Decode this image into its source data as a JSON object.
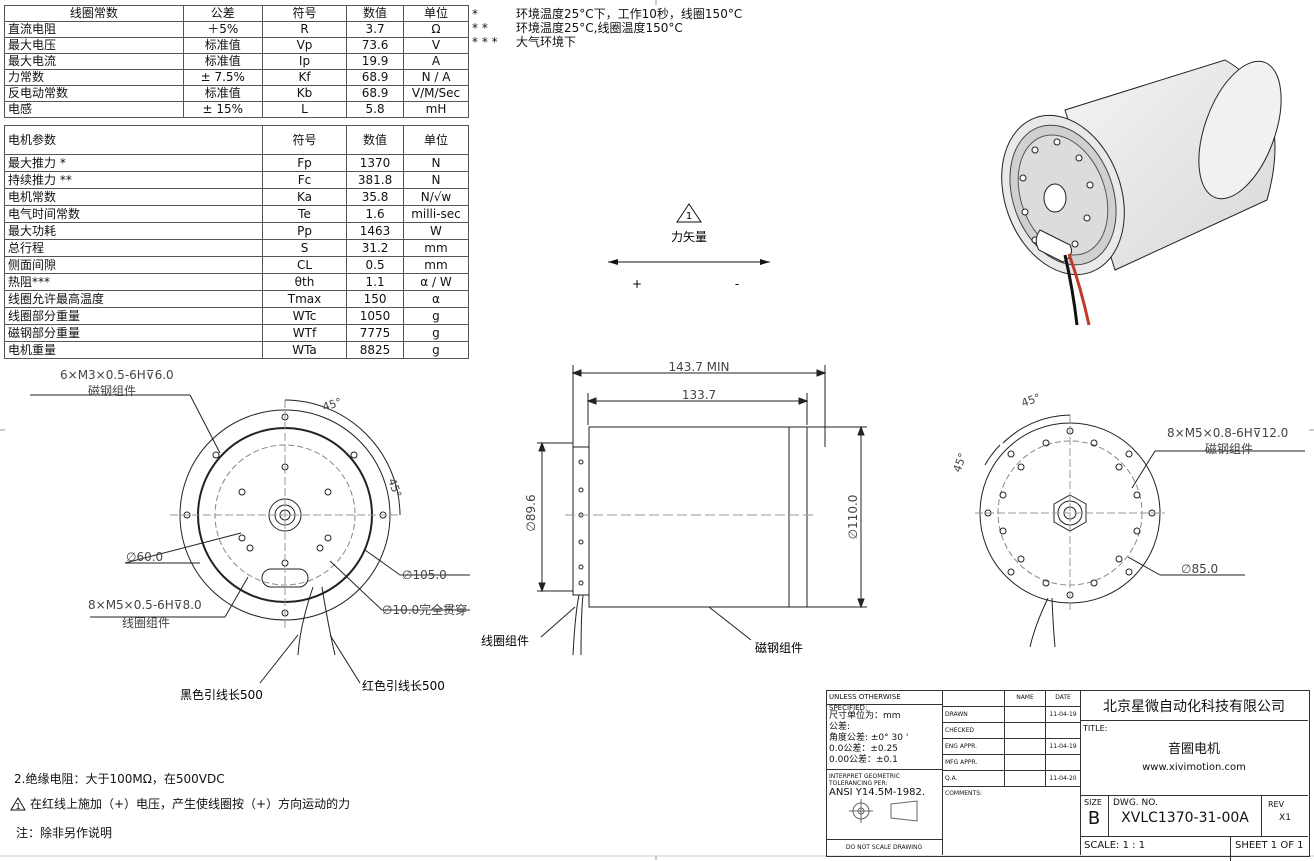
{
  "coil_table": {
    "headers": [
      "线圈常数",
      "公差",
      "符号",
      "数值",
      "单位"
    ],
    "rows": [
      [
        "直流电阻",
        "＋5%",
        "R",
        "3.7",
        "Ω"
      ],
      [
        "最大电压",
        "标准值",
        "Vp",
        "73.6",
        "V"
      ],
      [
        "最大电流",
        "标准值",
        "Ip",
        "19.9",
        "A"
      ],
      [
        "力常数",
        "± 7.5%",
        "Kf",
        "68.9",
        "N / A"
      ],
      [
        "反电动常数",
        "标准值",
        "Kb",
        "68.9",
        "V/M/Sec"
      ],
      [
        "电感",
        "± 15%",
        "L",
        "5.8",
        "mH"
      ]
    ]
  },
  "motor_table": {
    "headers": [
      "电机参数",
      "符号",
      "数值",
      "单位"
    ],
    "rows": [
      [
        "最大推力  *",
        "Fp",
        "1370",
        "N"
      ],
      [
        "持续推力  **",
        "Fc",
        "381.8",
        "N"
      ],
      [
        "电机常数",
        "Ka",
        "35.8",
        "N/√w"
      ],
      [
        "电气时间常数",
        "Te",
        "1.6",
        "milli-sec"
      ],
      [
        "最大功耗",
        "Pp",
        "1463",
        "W"
      ],
      [
        "总行程",
        "S",
        "31.2",
        "mm"
      ],
      [
        "侧面间隙",
        "CL",
        "0.5",
        "mm"
      ],
      [
        "热阻***",
        "θth",
        "1.1",
        "α / W"
      ],
      [
        "线圈允许最高温度",
        "Tmax",
        "150",
        "α"
      ],
      [
        "线圈部分重量",
        "WTc",
        "1050",
        "g"
      ],
      [
        "磁钢部分重量",
        "WTf",
        "7775",
        "g"
      ],
      [
        "电机重量",
        "WTa",
        "8825",
        "g"
      ]
    ]
  },
  "footnotes": [
    {
      "mark": "*",
      "text": "环境温度25°C下，工作10秒，线圈150°C"
    },
    {
      "mark": "* *",
      "text": "环境温度25°C,线圈温度150°C"
    },
    {
      "mark": "* * *",
      "text": "大气环境下"
    }
  ],
  "force_vector": {
    "symbol": "1",
    "label": "力矢量",
    "plus": "+",
    "minus": "-"
  },
  "left_view": {
    "thread1": "6×M3×0.5-6H⊽6.0",
    "thread1_sub": "磁钢组件",
    "angle1": "45°",
    "angle2": "45°",
    "dia60": "∅60.0",
    "dia105": "∅105.0",
    "dia10": "∅10.0完全贯穿",
    "thread2": "8×M5×0.5-6H⊽8.0",
    "thread2_sub": "线圈组件",
    "black_wire": "黑色引线长500",
    "red_wire": "红色引线长500"
  },
  "side_view": {
    "dim_total": "143.7 MIN",
    "dim_body": "133.7",
    "dia_coil": "∅89.6",
    "dia_magnet": "∅110.0",
    "coil_label": "线圈组件",
    "magnet_label": "磁钢组件"
  },
  "right_view": {
    "angle1": "45°",
    "angle2": "45°",
    "thread": "8×M5×0.8-6H⊽12.0",
    "thread_sub": "磁钢组件",
    "dia85": "∅85.0"
  },
  "notes": [
    "2.绝缘电阻：大于100MΩ，在500VDC",
    "在红线上施加（+）电压，产生使线圈按（+）方向运动的力",
    "注：除非另作说明"
  ],
  "note_symbol": "1",
  "title_block": {
    "unless": "UNLESS OTHERWISE SPECIFIED:",
    "units": "尺寸单位为：mm",
    "tol": "公差:",
    "angle_tol": "角度公差: ±0° 30 '",
    "tol1": "0.0公差：±0.25",
    "tol2": "0.00公差：±0.1",
    "interpret": "INTERPRET GEOMETRIC",
    "tolerancing": "TOLERANCING PER:",
    "ansi": "ANSI Y14.5M-1982.",
    "noscale": "DO NOT SCALE DRAWING",
    "col_name": "NAME",
    "col_date": "DATE",
    "approvals": [
      {
        "role": "DRAWN",
        "date": "11-04-19"
      },
      {
        "role": "CHECKED",
        "date": ""
      },
      {
        "role": "ENG APPR.",
        "date": "11-04-19"
      },
      {
        "role": "MFG APPR.",
        "date": ""
      },
      {
        "role": "Q.A.",
        "date": "11-04-20"
      }
    ],
    "comments": "COMMENTS:",
    "company": "北京星微自动化科技有限公司",
    "title_label": "TITLE:",
    "title": "音圈电机",
    "website": "www.xivimotion.com",
    "size_label": "SIZE",
    "size": "B",
    "dwg_label": "DWG.  NO.",
    "dwg_no": "XVLC1370-31-00A",
    "rev_label": "REV",
    "rev": "X1",
    "scale": "SCALE: 1 : 1",
    "sheet": "SHEET 1 OF 1"
  }
}
